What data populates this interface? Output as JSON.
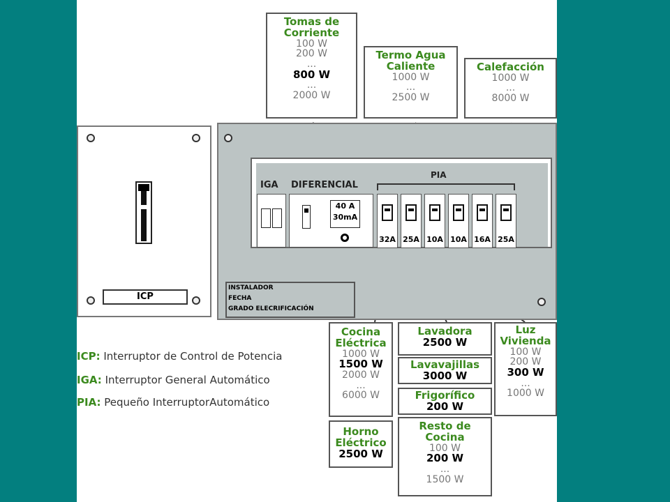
{
  "legend": [
    {
      "abbr": "ICP:",
      "text": "Interruptor de Control de Potencia"
    },
    {
      "abbr": "IGA:",
      "text": "Interruptor General Automático"
    },
    {
      "abbr": "PIA:",
      "text": "Pequeño InterruptorAutomático"
    }
  ],
  "panel": {
    "icp_label": "ICP",
    "iga_label": "IGA",
    "diferencial_label": "DIFERENCIAL",
    "diferencial_rating": [
      "40 A",
      "30mA"
    ],
    "pia_label": "PIA",
    "pia_ratings": [
      "32A",
      "25A",
      "10A",
      "10A",
      "16A",
      "25A"
    ],
    "plate_lines": [
      "INSTALADOR",
      "FECHA",
      "GRADO ELECRIFICACIÓN"
    ]
  },
  "top_boxes": [
    {
      "title": [
        "Tomas de",
        "Corriente"
      ],
      "values": [
        {
          "t": "100 W",
          "b": false
        },
        {
          "t": "200 W",
          "b": false
        },
        {
          "t": "...",
          "b": false
        },
        {
          "t": "800 W",
          "b": true
        },
        {
          "t": "...",
          "b": false
        },
        {
          "t": "2000 W",
          "b": false
        }
      ]
    },
    {
      "title": [
        "Termo Agua",
        "Caliente"
      ],
      "values": [
        {
          "t": "1000 W",
          "b": false
        },
        {
          "t": "...",
          "b": false
        },
        {
          "t": "2500 W",
          "b": false
        }
      ]
    },
    {
      "title": [
        "Calefacción"
      ],
      "values": [
        {
          "t": "1000 W",
          "b": false
        },
        {
          "t": "...",
          "b": false
        },
        {
          "t": "8000 W",
          "b": false
        }
      ]
    }
  ],
  "bottom_boxes": {
    "cocina": {
      "title": [
        "Cocina",
        "Eléctrica"
      ],
      "values": [
        {
          "t": "1000 W",
          "b": false
        },
        {
          "t": "1500 W",
          "b": true
        },
        {
          "t": "2000 W",
          "b": false
        },
        {
          "t": "...",
          "b": false
        },
        {
          "t": "6000 W",
          "b": false
        }
      ]
    },
    "horno": {
      "title": [
        "Horno",
        "Eléctrico"
      ],
      "values": [
        {
          "t": "2500 W",
          "b": true
        }
      ]
    },
    "lavadora": {
      "title": [
        "Lavadora"
      ],
      "values": [
        {
          "t": "2500 W",
          "b": true
        }
      ]
    },
    "lavavajillas": {
      "title": [
        "Lavavajillas"
      ],
      "values": [
        {
          "t": "3000 W",
          "b": true
        }
      ]
    },
    "frigorifico": {
      "title": [
        "Frigorífico"
      ],
      "values": [
        {
          "t": "200 W",
          "b": true
        }
      ]
    },
    "resto": {
      "title": [
        "Resto de",
        "Cocina"
      ],
      "values": [
        {
          "t": "100 W",
          "b": false
        },
        {
          "t": "200 W",
          "b": true
        },
        {
          "t": "...",
          "b": false
        },
        {
          "t": "1500 W",
          "b": false
        }
      ]
    },
    "luz": {
      "title": [
        "Luz",
        "Vivienda"
      ],
      "values": [
        {
          "t": "100 W",
          "b": false
        },
        {
          "t": "200 W",
          "b": false
        },
        {
          "t": "300 W",
          "b": true
        },
        {
          "t": "...",
          "b": false
        },
        {
          "t": "1000 W",
          "b": false
        }
      ]
    }
  },
  "colors": {
    "background": "#037f7f",
    "title_green": "#3b8a1e",
    "panel_grey": "#bcc4c4"
  }
}
